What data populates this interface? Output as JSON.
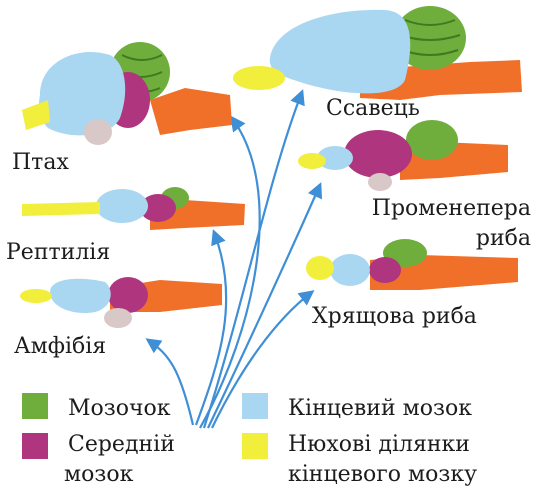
{
  "animals": {
    "bird": "Птах",
    "mammal": "Ссавець",
    "ray_finned_fish_line1": "Променепера",
    "ray_finned_fish_line2": "риба",
    "reptile": "Рептилія",
    "cartilaginous_fish": "Хрящова риба",
    "amphibian": "Амфібія"
  },
  "legend": {
    "cerebellum": "Мозочок",
    "midbrain_line1": "Середній",
    "midbrain_line2": "мозок",
    "telencephalon": "Кінцевий мозок",
    "olfactory_line1": "Нюхові ділянки",
    "olfactory_line2": "кінцевого мозку"
  },
  "colors": {
    "cerebellum": "#6fae3d",
    "midbrain": "#b0357f",
    "telencephalon": "#a9d7f1",
    "olfactory": "#f2ee3c",
    "hindbrain": "#f07029",
    "pituitary": "#d9c8c8",
    "arrow": "#3f8fd6"
  }
}
